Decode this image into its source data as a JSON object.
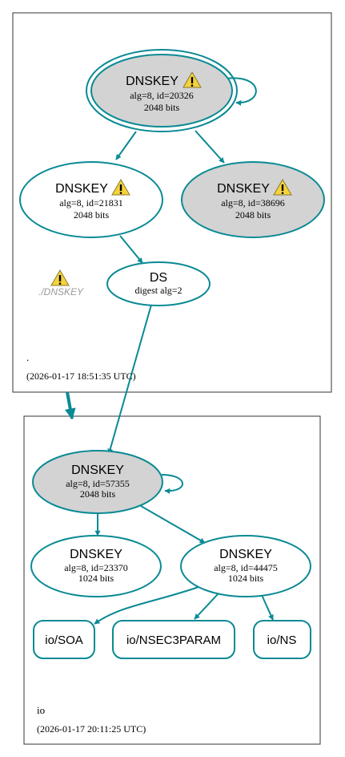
{
  "colors": {
    "edge": "#0a8a94",
    "cluster_border": "#333333",
    "node_fill_gray": "#d3d3d3",
    "node_fill_white": "#ffffff",
    "warn_fill": "#f5d33a"
  },
  "icons": {
    "warning": "warning-triangle-icon"
  },
  "clusters": {
    "root": {
      "zone_name": ".",
      "timestamp": "(2026-01-17 18:51:35 UTC)",
      "warning_label": "./DNSKEY"
    },
    "io": {
      "zone_name": "io",
      "timestamp": "(2026-01-17 20:11:25 UTC)"
    }
  },
  "nodes": {
    "root_ksk": {
      "title": "DNSKEY",
      "line1": "alg=8, id=20326",
      "line2": "2048 bits"
    },
    "root_zsk1": {
      "title": "DNSKEY",
      "line1": "alg=8, id=21831",
      "line2": "2048 bits"
    },
    "root_zsk2": {
      "title": "DNSKEY",
      "line1": "alg=8, id=38696",
      "line2": "2048 bits"
    },
    "root_ds": {
      "title": "DS",
      "line1": "digest alg=2"
    },
    "io_ksk": {
      "title": "DNSKEY",
      "line1": "alg=8, id=57355",
      "line2": "2048 bits"
    },
    "io_zsk1": {
      "title": "DNSKEY",
      "line1": "alg=8, id=23370",
      "line2": "1024 bits"
    },
    "io_zsk2": {
      "title": "DNSKEY",
      "line1": "alg=8, id=44475",
      "line2": "1024 bits"
    }
  },
  "rrsets": {
    "soa": "io/SOA",
    "nsec3param": "io/NSEC3PARAM",
    "ns": "io/NS"
  }
}
